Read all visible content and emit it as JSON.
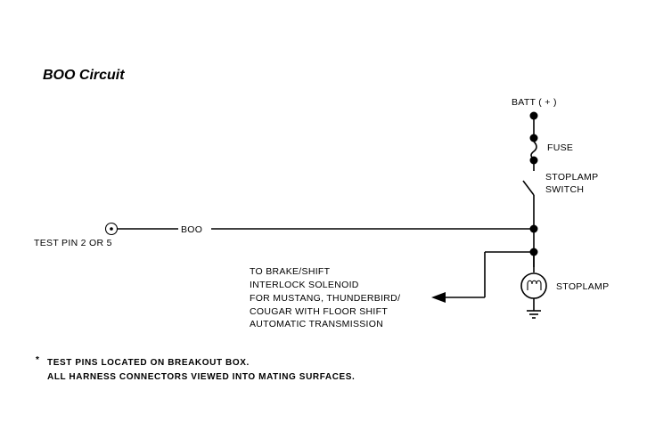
{
  "title": "BOO Circuit",
  "labels": {
    "batt": "BATT ( + )",
    "fuse": "FUSE",
    "stoplamp_switch_line1": "STOPLAMP",
    "stoplamp_switch_line2": "SWITCH",
    "boo": "BOO",
    "test_pin": "TEST PIN 2 OR 5",
    "stoplamp": "STOPLAMP",
    "solenoid_lines": [
      "TO BRAKE/SHIFT",
      "INTERLOCK SOLENOID",
      "FOR MUSTANG, THUNDERBIRD/",
      "COUGAR WITH FLOOR SHIFT",
      "AUTOMATIC TRANSMISSION"
    ]
  },
  "notes": {
    "marker": "*",
    "line1": "TEST PINS LOCATED ON BREAKOUT BOX.",
    "line2": "ALL HARNESS CONNECTORS VIEWED INTO MATING SURFACES."
  }
}
